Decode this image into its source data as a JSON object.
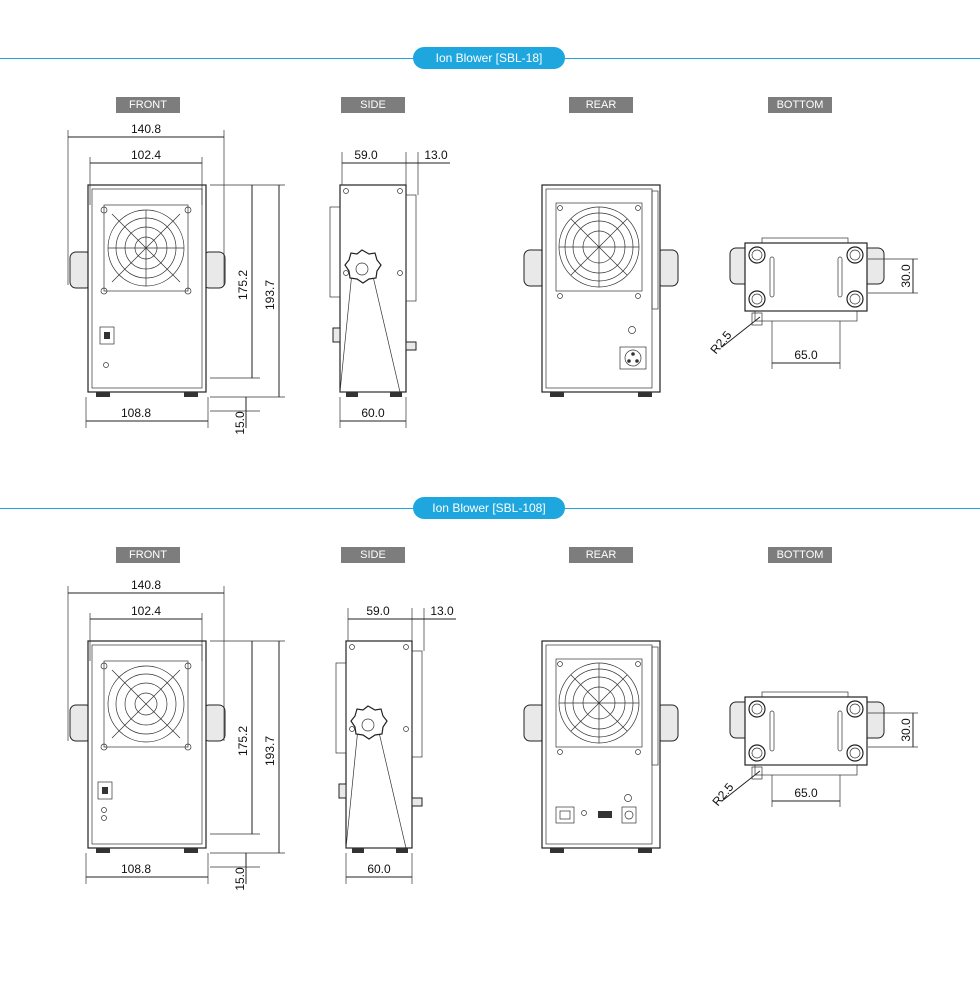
{
  "sections": [
    {
      "title": "Ion Blower [SBL-18]",
      "views": {
        "front": "FRONT",
        "side": "SIDE",
        "rear": "REAR",
        "bottom": "BOTTOM"
      },
      "dims": {
        "front_overall_width": "140.8",
        "front_inner_width": "102.4",
        "front_height_body": "175.2",
        "front_height_total": "193.7",
        "front_base_width": "108.8",
        "front_foot": "15.0",
        "side_depth": "59.0",
        "side_offset": "13.0",
        "side_base": "60.0",
        "bottom_width": "65.0",
        "bottom_height": "30.0",
        "bottom_radius": "R2.5"
      }
    },
    {
      "title": "Ion Blower [SBL-108]",
      "views": {
        "front": "FRONT",
        "side": "SIDE",
        "rear": "REAR",
        "bottom": "BOTTOM"
      },
      "dims": {
        "front_overall_width": "140.8",
        "front_inner_width": "102.4",
        "front_height_body": "175.2",
        "front_height_total": "193.7",
        "front_base_width": "108.8",
        "front_foot": "15.0",
        "side_depth": "59.0",
        "side_offset": "13.0",
        "side_base": "60.0",
        "bottom_width": "65.0",
        "bottom_height": "30.0",
        "bottom_radius": "R2.5"
      }
    }
  ],
  "colors": {
    "accent": "#1ea7df",
    "tag": "#7d7d7d",
    "line": "#222222"
  }
}
